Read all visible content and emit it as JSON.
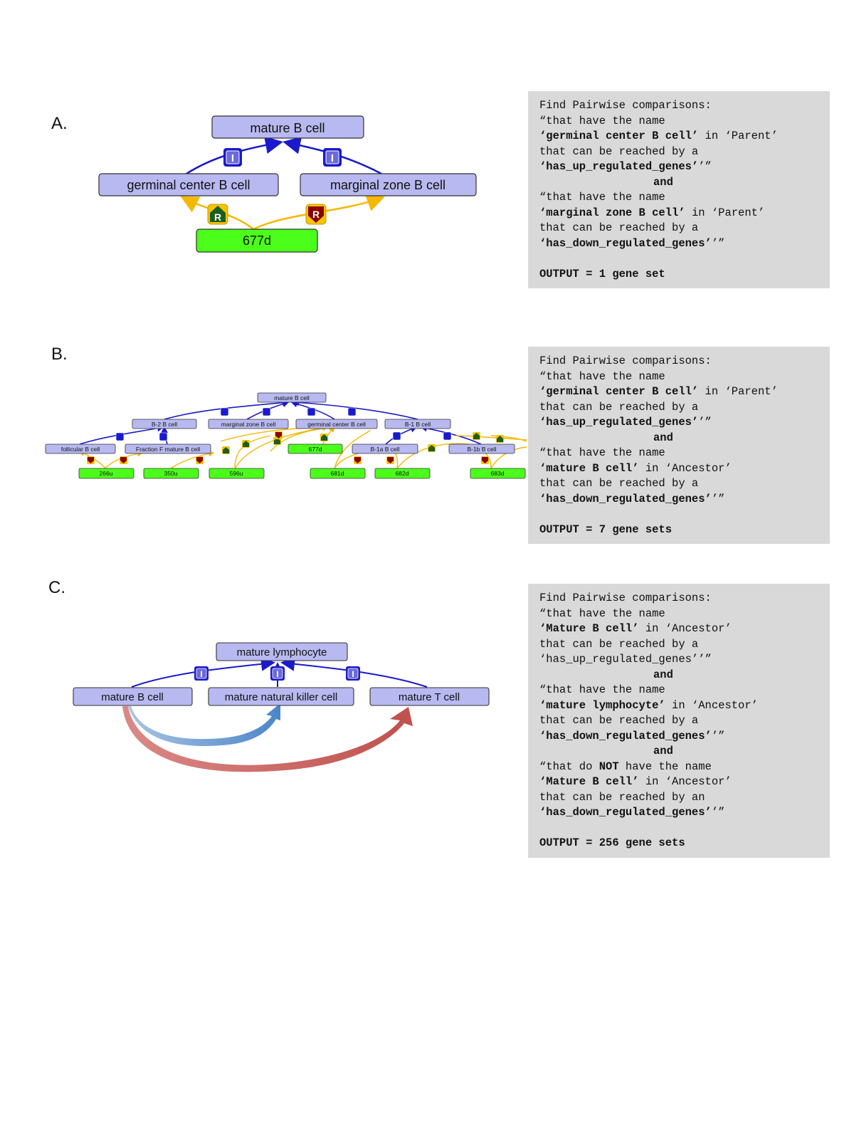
{
  "panels": [
    {
      "letter": "A."
    },
    {
      "letter": "B."
    },
    {
      "letter": "C."
    }
  ],
  "diagramA": {
    "nodes": {
      "top": "mature B cell",
      "left": "germinal center B cell",
      "right": "marginal zone B cell",
      "gene": "677d"
    },
    "badges": {
      "is_a": "I",
      "regulation": "R"
    }
  },
  "diagramB": {
    "root": "mature B cell",
    "level1": [
      "B-2 B cell",
      "marginal zone B cell",
      "germinal center B cell",
      "B-1 B cell"
    ],
    "level2": [
      "follicular B cell",
      "Fraction F mature B cell",
      "677d",
      "B-1a B cell",
      "B-1b B cell"
    ],
    "genes": [
      "266u",
      "350u",
      "596u",
      "681d",
      "682d",
      "683d"
    ]
  },
  "diagramC": {
    "root": "mature lymphocyte",
    "children": [
      "mature B cell",
      "mature natural killer cell",
      "mature T cell"
    ]
  },
  "colors": {
    "node_fill": "#b8b9f0",
    "gene_fill": "#4cff1a",
    "is_a_edge": "#1a1acc",
    "regulation_edge": "#f5b800",
    "up_badge": "#1d5e1d",
    "down_badge": "#8b0000",
    "query_bg": "#d9d9d9",
    "arrow_blue": "#4a86c8",
    "arrow_red": "#c0504d"
  },
  "queries": {
    "A": {
      "l1": "Find Pairwise comparisons:",
      "l2": "“that have the name",
      "l3b": "‘germinal center B cell’",
      "l3r": " in ‘Parent’",
      "l4": "that can be reached by a",
      "l5b": "‘has_up_regulated_genes’",
      "l5r": "’”",
      "l6": "and",
      "l7": "“that have the name",
      "l8b": "‘marginal zone B cell’",
      "l8r": " in ‘Parent’",
      "l9": "that can be reached by a",
      "l10b": "‘has_down_regulated_genes’",
      "l10r": "’”",
      "out": "OUTPUT = 1 gene set"
    },
    "B": {
      "l1": "Find Pairwise comparisons:",
      "l2": "“that have the name",
      "l3b": "‘germinal center B cell’",
      "l3r": " in ‘Parent’",
      "l4": "that can be reached by a",
      "l5b": "‘has_up_regulated_genes’",
      "l5r": "’”",
      "l6": "and",
      "l7": "“that have the name",
      "l8b": "‘mature B cell’",
      "l8r": " in ‘Ancestor’",
      "l9": "that can be reached by a",
      "l10b": "‘has_down_regulated_genes’",
      "l10r": "’”",
      "out": "OUTPUT = 7 gene sets"
    },
    "C": {
      "l1": "Find Pairwise comparisons:",
      "l2": "“that have the name",
      "l3b": "‘Mature B cell’",
      "l3r": " in ‘Ancestor’",
      "l4": "that can be reached by a",
      "l5": "‘has_up_regulated_genes’’”",
      "l6": "and",
      "l7": "“that have the name",
      "l8b": "‘mature lymphocyte’",
      "l8r": " in ‘Ancestor’",
      "l9": "that can be reached by a",
      "l10b": "‘has_down_regulated_genes’",
      "l10r": "’”",
      "l11": "and",
      "l12a": "“that do ",
      "l12b": "NOT",
      "l12c": " have the name",
      "l13b": "‘Mature B cell’",
      "l13r": " in ‘Ancestor’",
      "l14": "that can be reached by an",
      "l15b": "‘has_down_regulated_genes’",
      "l15r": "’”",
      "out": "OUTPUT = 256 gene sets"
    }
  }
}
